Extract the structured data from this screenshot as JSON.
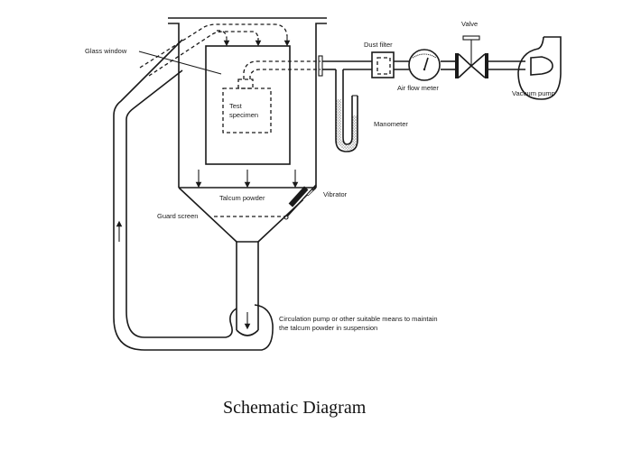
{
  "caption": "Schematic Diagram",
  "labels": {
    "glass_window": "Glass window",
    "test_specimen_line1": "Test",
    "test_specimen_line2": "specimen",
    "dust_filter": "Dust filter",
    "valve": "Valve",
    "air_flow_meter": "Air flow meter",
    "vacuum_pump": "Vacuum pump",
    "manometer": "Manometer",
    "vibrator": "Vibrator",
    "talcum_powder": "Talcum powder",
    "guard_screen": "Guard screen",
    "circulation_line1": "Circulation pump or other suitable means to maintain",
    "circulation_line2": "the talcum powder in suspension"
  },
  "components": [
    "dust-chamber",
    "glass-window",
    "test-specimen",
    "return-duct",
    "hopper",
    "guard-screen",
    "vibrator",
    "circulation-pump",
    "manometer",
    "dust-filter",
    "air-flow-meter",
    "valve",
    "vacuum-pump"
  ],
  "colors": {
    "line": "#1a1a1a",
    "background": "#ffffff"
  }
}
